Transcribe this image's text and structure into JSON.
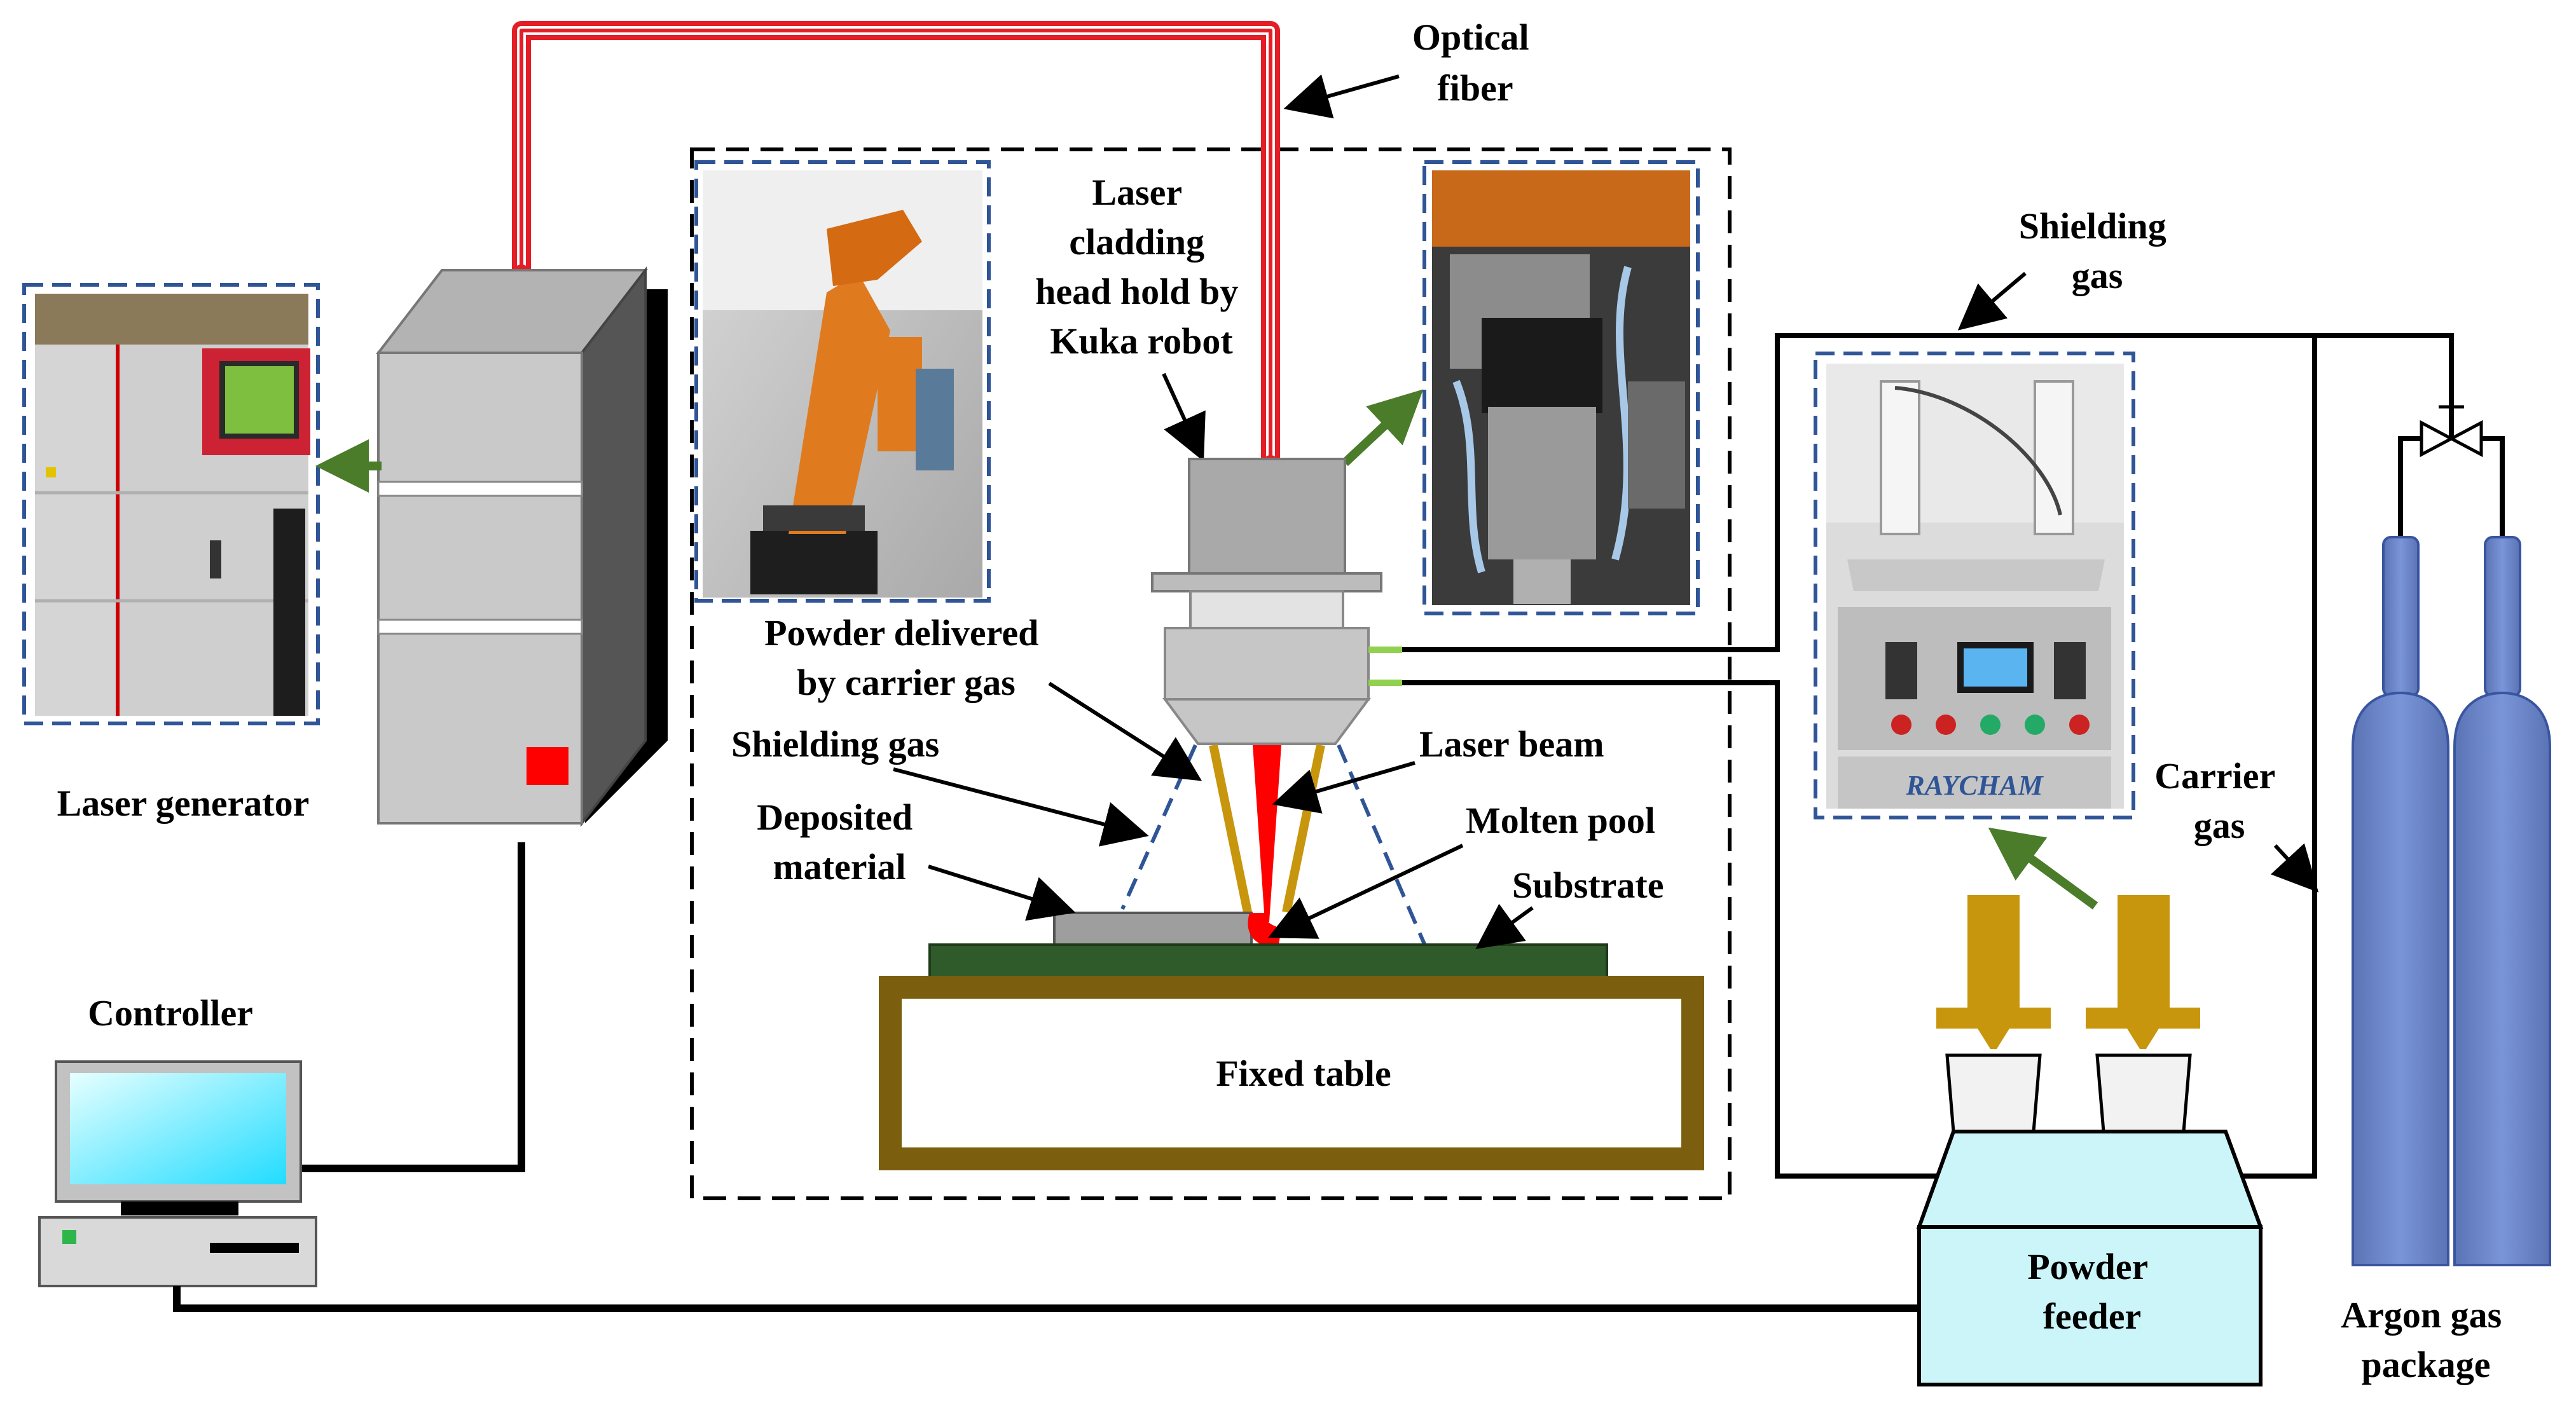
{
  "labels": {
    "optical_fiber": [
      "Optical",
      "fiber"
    ],
    "laser_cladding_head": [
      "Laser",
      "cladding",
      "head hold by",
      "Kuka robot"
    ],
    "powder_delivered": [
      "Powder delivered",
      "by carrier gas"
    ],
    "shielding_gas_left": "Shielding gas",
    "laser_beam": "Laser beam",
    "deposited_material": [
      "Deposited",
      "material"
    ],
    "molten_pool": "Molten pool",
    "substrate": "Substrate",
    "fixed_table": "Fixed table",
    "laser_generator": "Laser generator",
    "controller": "Controller",
    "shielding_gas_right": [
      "Shielding",
      "gas"
    ],
    "carrier_gas": [
      "Carrier",
      "gas"
    ],
    "powder_feeder": [
      "Powder",
      "feeder"
    ],
    "argon_gas_package": [
      "Argon gas",
      "package"
    ]
  },
  "photos": {
    "laser_generator_photo": {
      "screen_text": ""
    },
    "kuka_robot_photo": {},
    "cladding_head_photo": {},
    "powder_feeder_photo": {
      "brand": "RAYCHAM"
    }
  },
  "colors": {
    "fiber": "#e41e26",
    "green_arrow": "#4a7c2a",
    "dashed_blue": "#2f5597",
    "substrate": "#2f5a2a",
    "table": "#7b5f0e",
    "powder_nozzle": "#c8960c",
    "argon_tank": "#6b86c8",
    "feeder_body": "#ccf5f9",
    "monitor_screen": "#66e8ff",
    "cabinet": "#c7c7c7",
    "cabinet_button": "#ff0000"
  }
}
